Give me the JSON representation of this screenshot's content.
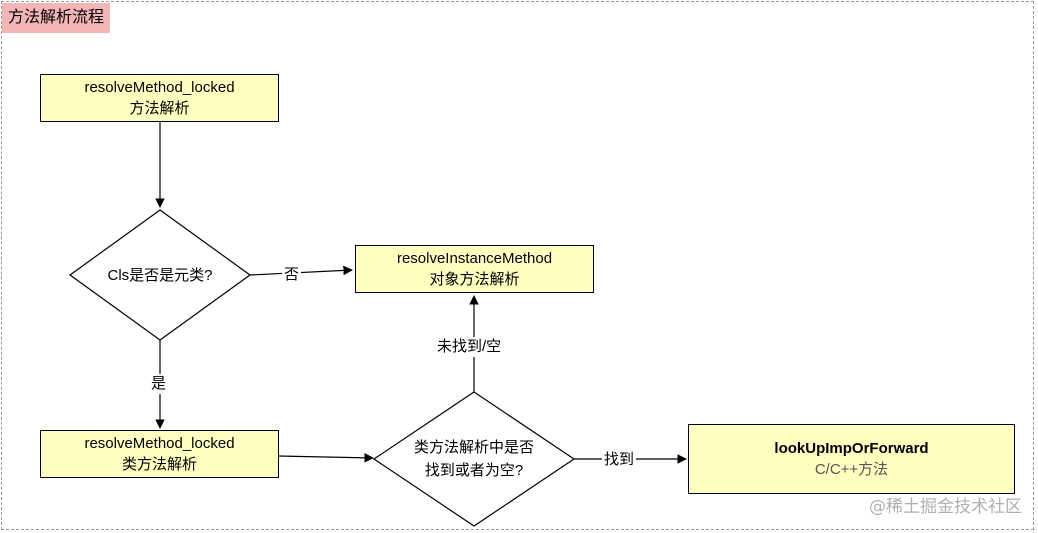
{
  "title": "方法解析流程",
  "nodes": {
    "resolve_method": {
      "line1": "resolveMethod_locked",
      "line2": "方法解析"
    },
    "decision_meta": {
      "line1": "Cls是否是元类?"
    },
    "resolve_instance": {
      "line1": "resolveInstanceMethod",
      "line2": "对象方法解析"
    },
    "resolve_class": {
      "line1": "resolveMethod_locked",
      "line2": "类方法解析"
    },
    "decision_found": {
      "line1": "类方法解析中是否",
      "line2": "找到或者为空?"
    },
    "lookup": {
      "line1": "lookUpImpOrForward",
      "line2": "C/C++方法"
    }
  },
  "edges": {
    "no": "否",
    "yes": "是",
    "not_found": "未找到/空",
    "found": "找到"
  },
  "watermark": "@稀土掘金技术社区",
  "colors": {
    "node_fill": "#ffffc0",
    "title_bg": "#f3b5b5"
  }
}
